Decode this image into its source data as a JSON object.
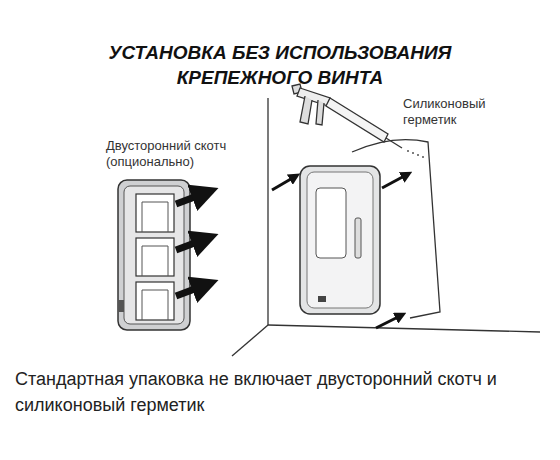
{
  "diagram": {
    "title": "УСТАНОВКА БЕЗ ИСПОЛЬЗОВАНИЯ КРЕПЕЖНОГО ВИНТА",
    "caption": "Стандартная упаковка не включает двусторонний скотч и силиконовый герметик",
    "labels": [
      "Двусторонний скотч (опционально)",
      "Силиконовый герметик"
    ]
  }
}
